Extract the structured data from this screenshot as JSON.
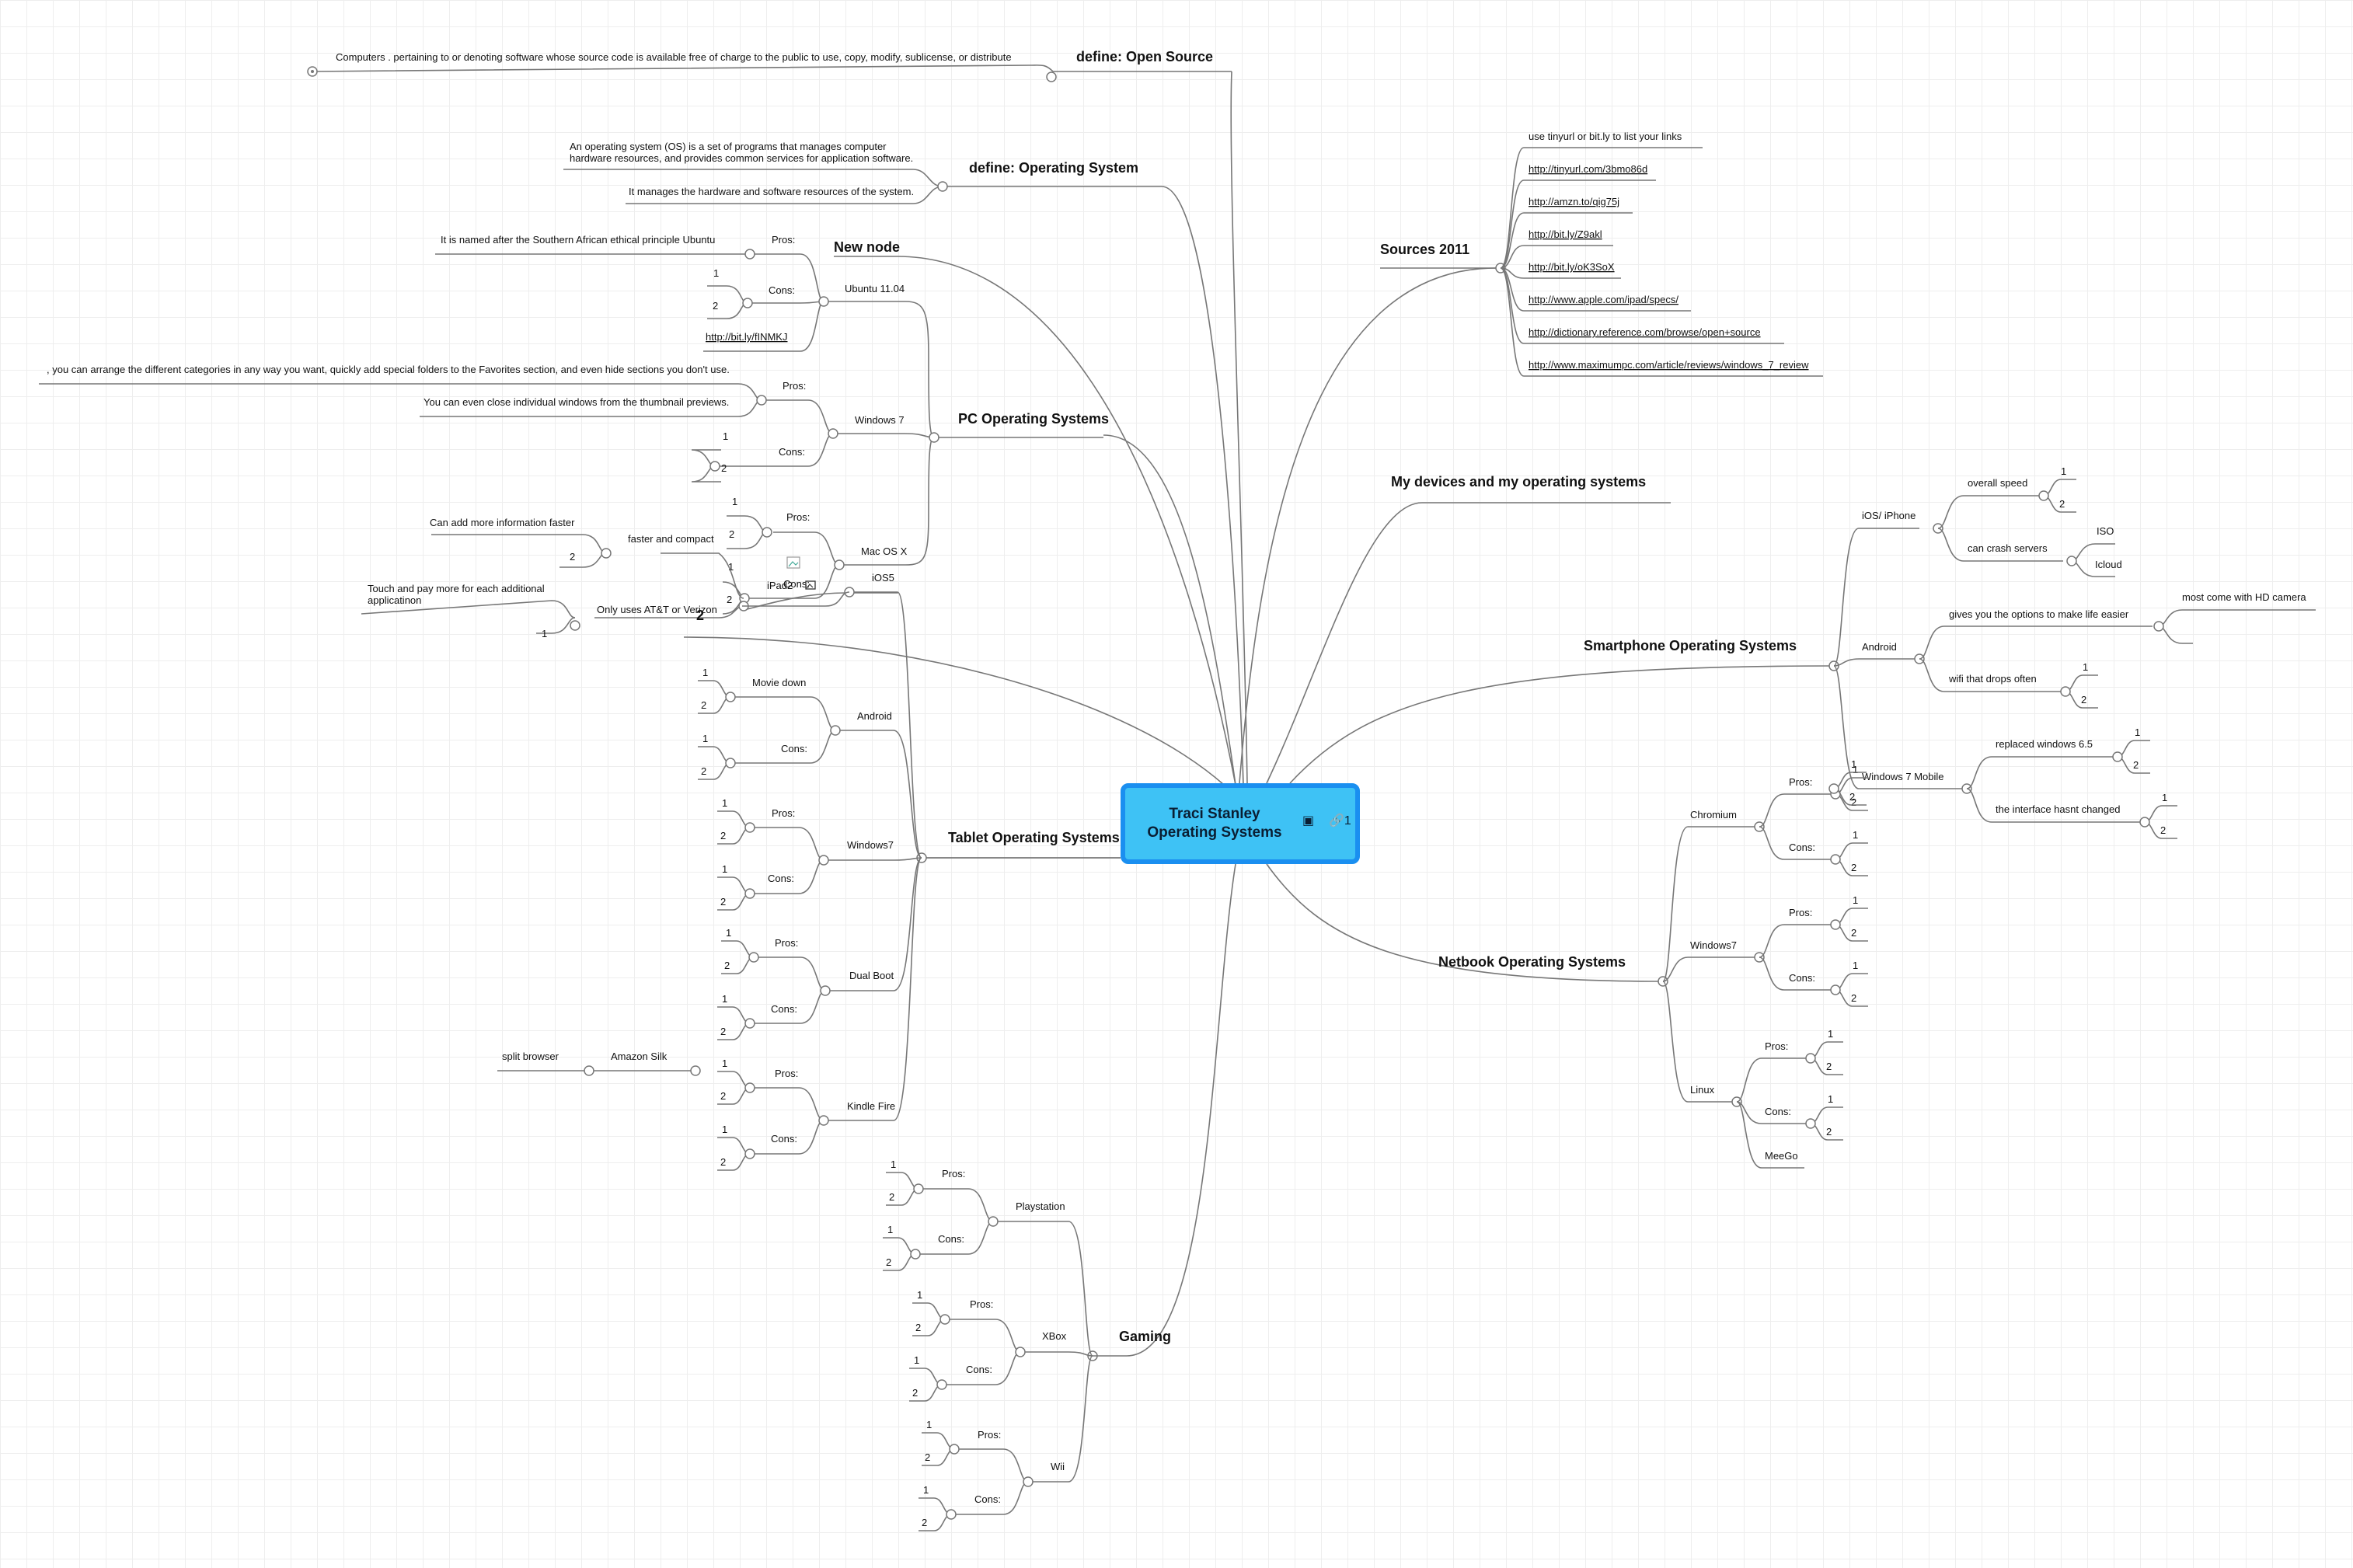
{
  "root": {
    "title": "Traci Stanley Operating Systems",
    "link_count": "1",
    "image_icon": "image-icon",
    "link_icon": "link-icon"
  },
  "colors": {
    "root_fill": "#3ec2f5",
    "root_border": "#1a8ff0",
    "line": "#777777"
  },
  "labels": {
    "open_source": "define: Open Source",
    "open_source_def": "Computers . pertaining to or denoting software whose source code is available free of charge to the public to use, copy, modify, sublicense, or distribute",
    "os_def_title": "define: Operating System",
    "os_def_1a": "An operating system (OS) is a set of programs that manages computer",
    "os_def_1b": "hardware resources, and provides common services for application software.",
    "os_def_2": "It manages the hardware and software resources of the system.",
    "new_node": "New node",
    "ubuntu": "Ubuntu 11.04",
    "ubuntu_pro": "It is named after the Southern African ethical principle Ubuntu",
    "ubuntu_link": "http://bit.ly/fINMKJ",
    "pc_os": "PC Operating Systems",
    "win7": "Windows 7",
    "win7_pro1": ", you can arrange the different categories in any way you want, quickly add special folders to the Favorites section, and even hide sections you don't use.",
    "win7_pro2": "You can even close individual windows from the thumbnail previews.",
    "macos": "Mac OS X",
    "ipad2": "iPad2",
    "ipad_info": "Can add more information faster",
    "faster_compact": "faster and compact",
    "touch_pay_a": "Touch and pay more for each additional",
    "touch_pay_b": "applicatinon",
    "att_verizon": "Only uses AT&T or Verizon",
    "ios5": "iOS5",
    "two_bold": "2",
    "tablet_os": "Tablet Operating Systems",
    "android": "Android",
    "movie_down": "Movie down",
    "windows7": "Windows7",
    "dual_boot": "Dual Boot",
    "kindle": "Kindle Fire",
    "amazon_silk": "Amazon Silk",
    "split_browser": "split browser",
    "gaming": "Gaming",
    "playstation": "Playstation",
    "xbox": "XBox",
    "wii": "Wii",
    "sources": "Sources 2011",
    "src_note": "use tinyurl or bit.ly to list your links",
    "src1": "http://tinyurl.com/3bmo86d",
    "src2": "http://amzn.to/qig75j",
    "src3": "http://bit.ly/Z9akl",
    "src4": "http://bit.ly/oK3SoX",
    "src5": "http://www.apple.com/ipad/specs/",
    "src6": "http://dictionary.reference.com/browse/open+source",
    "src7": "http://www.maximumpc.com/article/reviews/windows_7_review",
    "my_devices": "My devices and my operating systems",
    "smartphone_os": "Smartphone Operating Systems",
    "ios_iphone": "iOS/ iPhone",
    "overall_speed": "overall speed",
    "crash_servers": "can crash servers",
    "iso": "ISO",
    "icloud": "Icloud",
    "life_easier": "gives you the options to make life easier",
    "hd_camera": "most come with HD camera",
    "wifi_drops": "wifi that drops often",
    "win7_mobile": "Windows 7 Mobile",
    "replaced_65": "replaced windows 6.5",
    "interface": "the interface hasnt changed",
    "netbook_os": "Netbook Operating Systems",
    "chromium": "Chromium",
    "linux": "Linux",
    "meego": "MeeGo",
    "pros": "Pros:",
    "cons": "Cons:",
    "one": "1",
    "two": "2"
  }
}
